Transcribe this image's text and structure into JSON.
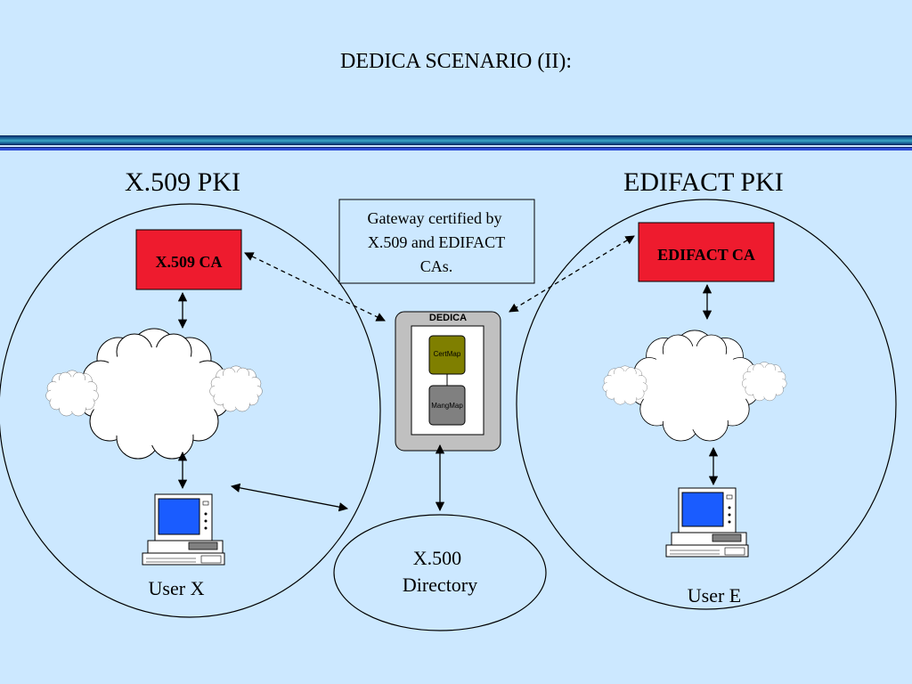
{
  "title": "DEDICA SCENARIO (II):",
  "left_pki": {
    "heading": "X.509 PKI",
    "ca_label": "X.509 CA",
    "user_label": "User X"
  },
  "right_pki": {
    "heading": "EDIFACT PKI",
    "ca_label": "EDIFACT CA",
    "user_label": "User E"
  },
  "gateway_note": {
    "lines": [
      "Gateway certified by",
      "X.509 and EDIFACT",
      "CAs."
    ]
  },
  "dedica": {
    "label": "DEDICA",
    "module_top": "CertMap",
    "module_bottom": "MangMap"
  },
  "directory": {
    "line1": "X.500",
    "line2": "Directory"
  },
  "colors": {
    "background": "#cce8ff",
    "ca_box": "#ee1b2e",
    "certmap": "#7f7f00",
    "mangmap": "#808080",
    "dedica_frame": "#c0c0c0",
    "monitor_screen": "#1a5cff"
  }
}
